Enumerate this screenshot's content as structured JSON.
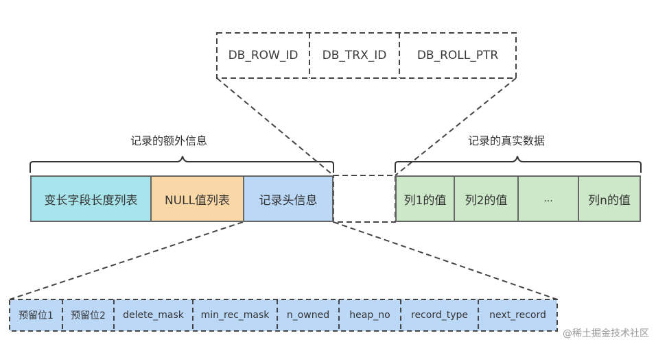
{
  "transaction_fields": [
    "DB_ROW_ID",
    "DB_TRX_ID",
    "DB_ROLL_PTR"
  ],
  "extra_info": {
    "label": "记录的额外信息",
    "fields": [
      "变长字段长度列表",
      "NULL值列表",
      "记录头信息"
    ]
  },
  "real_data": {
    "label": "记录的真实数据",
    "fields": [
      "列1的值",
      "列2的值",
      "...",
      "列n的值"
    ]
  },
  "record_header_fields": [
    "预留位1",
    "预留位2",
    "delete_mask",
    "min_rec_mask",
    "n_owned",
    "heap_no",
    "record_type",
    "next_record"
  ],
  "watermark": "@稀土掘金技术社区",
  "colors": {
    "variable_length_list": "#a8e4ec",
    "null_list": "#fad7a6",
    "record_header": "#bcd8f7",
    "real_data": "#cce8c8",
    "header_fields": "#bcd8f7",
    "border": "#666666",
    "dashed_line": "#444444"
  }
}
